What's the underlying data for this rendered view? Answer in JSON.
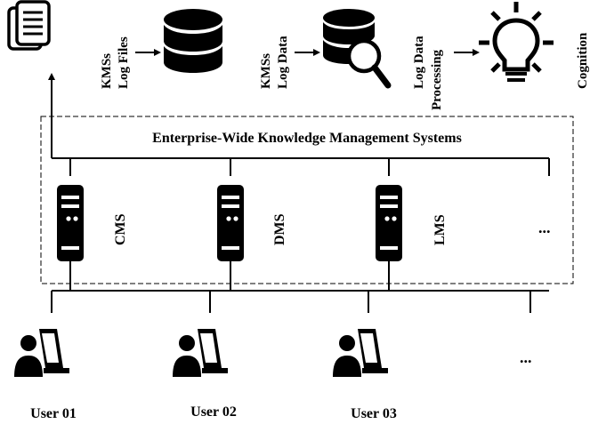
{
  "pipeline": {
    "step1_label": [
      "KMSs",
      "Log Files"
    ],
    "step2_label": [
      "KMSs",
      "Log Data"
    ],
    "step3_label": [
      "Log Data",
      "Processing"
    ],
    "step4_label": [
      "Cognition"
    ],
    "icons": [
      "documents-icon",
      "database-icon",
      "database-search-icon",
      "lightbulb-icon"
    ]
  },
  "kms_box": {
    "title": "Enterprise-Wide Knowledge Management Systems",
    "systems": [
      {
        "label": "CMS",
        "icon": "server-icon"
      },
      {
        "label": "DMS",
        "icon": "server-icon"
      },
      {
        "label": "LMS",
        "icon": "server-icon"
      }
    ],
    "more": "..."
  },
  "users": {
    "items": [
      {
        "label": "User 01",
        "icon": "user-laptop-icon"
      },
      {
        "label": "User 02",
        "icon": "user-laptop-icon"
      },
      {
        "label": "User 03",
        "icon": "user-laptop-icon"
      }
    ],
    "more": "..."
  }
}
